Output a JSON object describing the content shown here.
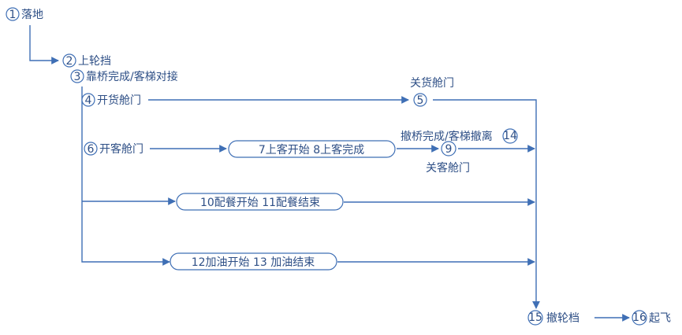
{
  "nodes": {
    "n1": {
      "num": "1",
      "label": "落地"
    },
    "n2": {
      "num": "2",
      "label": "上轮挡"
    },
    "n3": {
      "num": "3",
      "label": "靠桥完成/客梯对接"
    },
    "n4": {
      "num": "4",
      "label": "开货舱门"
    },
    "n5": {
      "num": "5",
      "label": "关货舱门"
    },
    "n6": {
      "num": "6",
      "label": "开客舱门"
    },
    "n78": {
      "label": "7上客开始  8上客完成"
    },
    "n9": {
      "num": "9",
      "label": "关客舱门"
    },
    "n14": {
      "num": "14",
      "label": "撤桥完成/客梯撤离"
    },
    "n1011": {
      "label": "10配餐开始     11配餐结束"
    },
    "n1213": {
      "label": "12加油开始     13 加油结束"
    },
    "n15": {
      "num": "15",
      "label": "撤轮档"
    },
    "n16": {
      "num": "16",
      "label": "起飞"
    }
  },
  "colors": {
    "line": "#3f6fb5",
    "text": "#2e4f86"
  }
}
